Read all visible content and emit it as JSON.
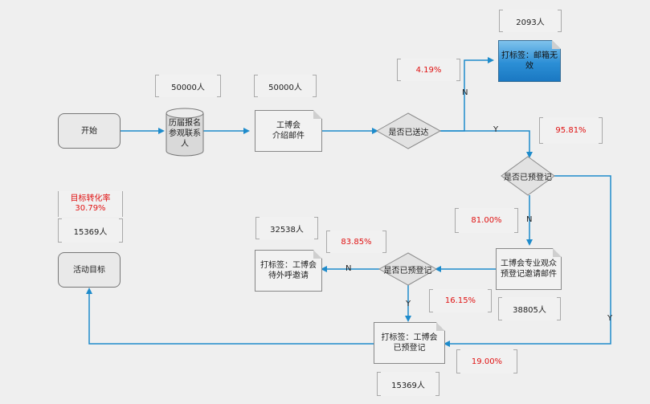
{
  "colors": {
    "arrow": "#1e8bcb",
    "highlight": "#e01212"
  },
  "nodes": {
    "start": "开始",
    "db": [
      "历届报名",
      "参观联系",
      "人"
    ],
    "mail1": [
      "工博会",
      "介绍邮件"
    ],
    "decision_delivered": "是否已送达",
    "tag_invalid": [
      "打标签：邮箱无",
      "效"
    ],
    "decision_registered_1": "是否已预登记",
    "mail2": [
      "工博会专业观众",
      "预登记邀请邮件"
    ],
    "decision_registered_2": "是否已预登记",
    "tag_call": [
      "打标签：工博会",
      "待外呼邀请"
    ],
    "tag_registered": [
      "打标签：工博会",
      "已预登记"
    ],
    "goal": "活动目标"
  },
  "stats": {
    "s_50000a": "50000人",
    "s_50000b": "50000人",
    "s_2093": "2093人",
    "s_419": "4.19%",
    "s_9581": "95.81%",
    "s_8100": "81.00%",
    "s_32538": "32538人",
    "s_8385": "83.85%",
    "s_1615": "16.15%",
    "s_38805": "38805人",
    "s_1900": "19.00%",
    "s_15369_bottom": "15369人",
    "target_label": "目标转化率",
    "target_value": "30.79%",
    "s_15369_left": "15369人"
  },
  "edges": {
    "n1": "N",
    "y1": "Y",
    "n2": "N",
    "n3": "N",
    "y2": "Y",
    "y3": "Y"
  }
}
